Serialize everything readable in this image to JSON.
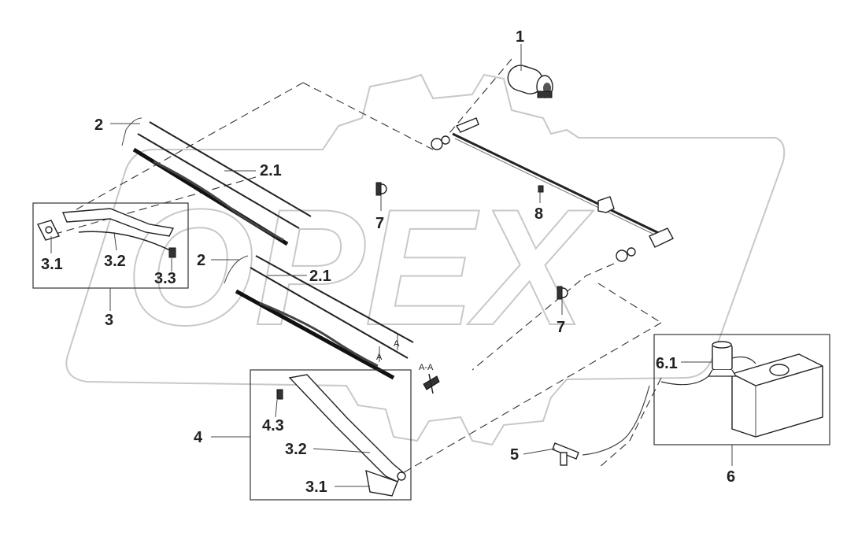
{
  "watermark": "OPEX",
  "labels": {
    "p1": "1",
    "p2a": "2",
    "p2_1a": "2.1",
    "p2b": "2",
    "p2_1b": "2.1",
    "p3": "3",
    "p3_1": "3.1",
    "p3_2": "3.2",
    "p3_3": "3.3",
    "p4": "4",
    "p4_3": "4.3",
    "p4_2": "3.2",
    "p4_1": "3.1",
    "p5": "5",
    "p6": "6",
    "p6_1": "6.1",
    "p7a": "7",
    "p7b": "7",
    "p8": "8",
    "section_a": "A",
    "section_a2": "A",
    "section_view": "A-A"
  }
}
